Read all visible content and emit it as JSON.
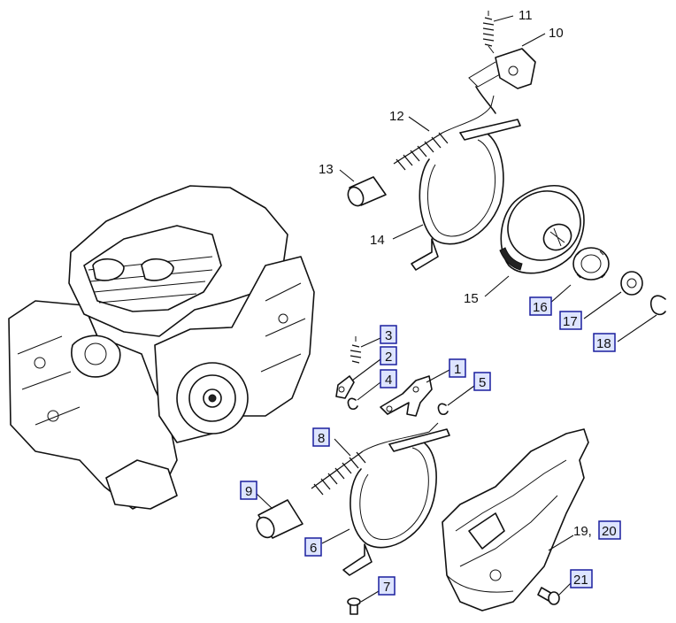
{
  "labels": {
    "l1": "1",
    "l2": "2",
    "l3": "3",
    "l4": "4",
    "l5": "5",
    "l6": "6",
    "l7": "7",
    "l8": "8",
    "l9": "9",
    "l10": "10",
    "l11": "11",
    "l12": "12",
    "l13": "13",
    "l14": "14",
    "l15": "15",
    "l16": "16",
    "l17": "17",
    "l18": "18",
    "l19": "19,",
    "l20": "20",
    "l21": "21"
  },
  "colors": {
    "box_fill": "#dde4ff",
    "box_border": "#1a1f9e",
    "line": "#111111"
  }
}
